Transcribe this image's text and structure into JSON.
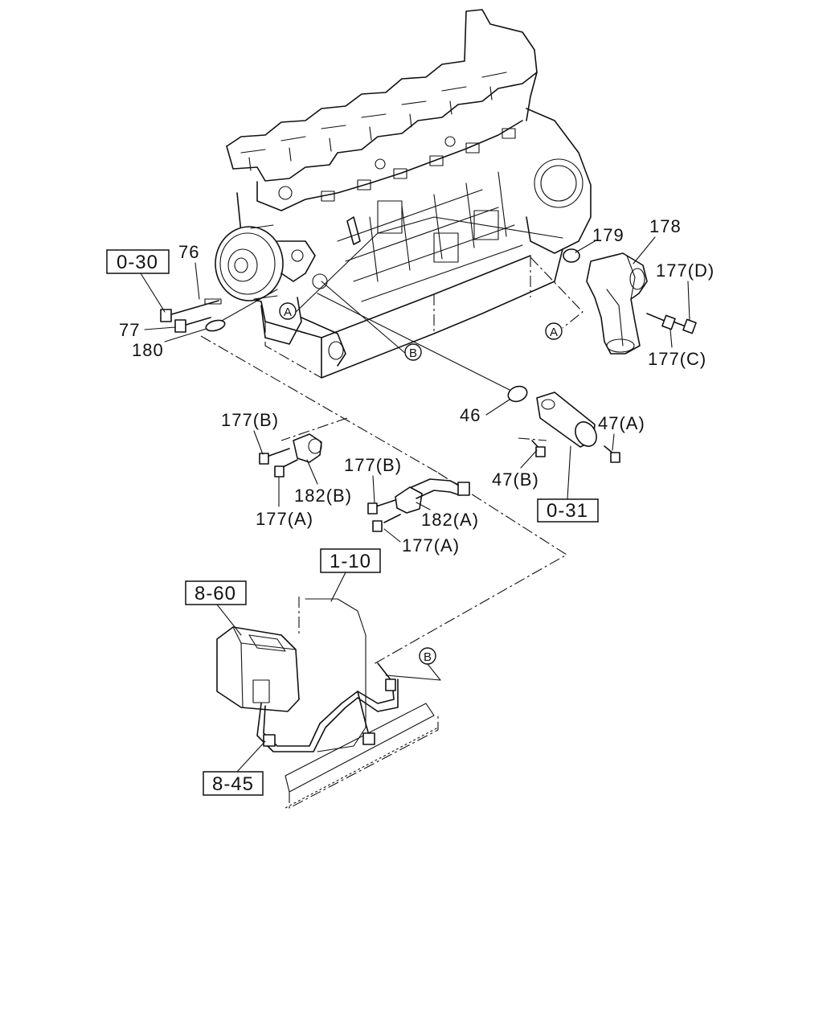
{
  "diagram": {
    "ref_boxes": {
      "r0_30": "0-30",
      "r0_31": "0-31",
      "r1_10": "1-10",
      "r8_60": "8-60",
      "r8_45": "8-45"
    },
    "part_labels": {
      "p76": "76",
      "p77": "77",
      "p180": "180",
      "p179": "179",
      "p178": "178",
      "p177d": "177(D)",
      "p177c": "177(C)",
      "p46": "46",
      "p47a": "47(A)",
      "p47b": "47(B)",
      "p177b_1": "177(B)",
      "p182b": "182(B)",
      "p177a_1": "177(A)",
      "p177b_2": "177(B)",
      "p182a": "182(A)",
      "p177a_2": "177(A)"
    },
    "markers": {
      "a1": "A",
      "a2": "A",
      "b1": "B",
      "b2": "B"
    }
  }
}
